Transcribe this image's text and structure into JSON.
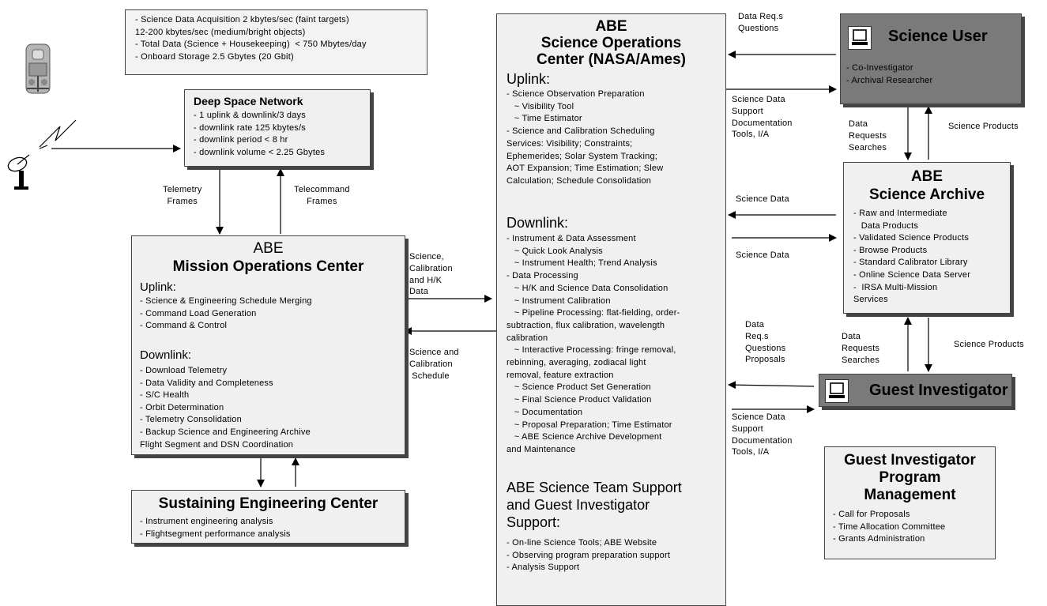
{
  "specs_box": {
    "lines": [
      "- Science Data Acquisition 2 kbytes/sec (faint targets)",
      "12-200 kbytes/sec (medium/bright objects)",
      "- Total Data (Science + Housekeeping)  < 750 Mbytes/day",
      "- Onboard Storage 2.5 Gbytes (20 Gbit)"
    ]
  },
  "dsn": {
    "title": "Deep Space Network",
    "items": [
      "- 1 uplink & downlink/3 days",
      "- downlink rate 125 kbytes/s",
      "- downlink period < 8 hr",
      "- downlink volume < 2.25 Gbytes"
    ]
  },
  "moc": {
    "title1": "ABE",
    "title2": "Mission Operations Center",
    "uplink_heading": "Uplink:",
    "uplink_items": [
      "- Science & Engineering Schedule Merging",
      "- Command Load Generation",
      "- Command & Control"
    ],
    "downlink_heading": "Downlink:",
    "downlink_items": [
      "- Download Telemetry",
      "- Data Validity and Completeness",
      "- S/C Health",
      "- Orbit Determination",
      "- Telemetry Consolidation",
      "- Backup Science and Engineering Archive",
      "Flight Segment and DSN Coordination"
    ]
  },
  "sec": {
    "title": "Sustaining Engineering Center",
    "items": [
      "- Instrument engineering analysis",
      "- Flightsegment performance analysis"
    ]
  },
  "soc": {
    "title1": "ABE",
    "title2": "Science Operations",
    "title3": "Center (NASA/Ames)",
    "uplink_heading": "Uplink:",
    "uplink_items": [
      "- Science Observation Preparation",
      "   ~ Visibility Tool",
      "   ~ Time Estimator",
      "- Science and Calibration Scheduling",
      "Services: Visibility; Constraints;",
      "Ephemerides; Solar System Tracking;",
      "AOT Expansion; Time Estimation; Slew",
      "Calculation; Schedule Consolidation"
    ],
    "downlink_heading": "Downlink:",
    "downlink_items": [
      "- Instrument & Data Assessment",
      "   ~ Quick Look Analysis",
      "   ~ Instrument Health; Trend Analysis",
      "- Data Processing",
      "   ~ H/K and Science Data Consolidation",
      "   ~ Instrument Calibration",
      "   ~ Pipeline Processing: flat-fielding, order-",
      "subtraction, flux calibration, wavelength",
      "calibration",
      "   ~ Interactive Processing: fringe removal,",
      "rebinning, averaging, zodiacal light",
      "removal, feature extraction",
      "   ~ Science Product Set Generation",
      "   ~ Final Science Product Validation",
      "   ~ Documentation",
      "   ~ Proposal Preparation; Time Estimator",
      "   ~ ABE Science Archive Development",
      "and Maintenance"
    ],
    "support_heading": "ABE Science Team Support\nand Guest Investigator\nSupport:",
    "support_items": [
      "- On-line Science Tools; ABE Website",
      "- Observing program preparation support",
      "- Analysis Support"
    ]
  },
  "science_user": {
    "title": "Science User",
    "items": [
      "- Co-Investigator",
      "- Archival Researcher"
    ]
  },
  "archive": {
    "title1": "ABE",
    "title2": "Science Archive",
    "items": [
      "- Raw and Intermediate",
      "   Data Products",
      "- Validated Science Products",
      "- Browse Products",
      "- Standard Calibrator Library",
      "- Online Science Data Server",
      "-  IRSA Multi-Mission",
      "Services"
    ]
  },
  "guest_investigator": {
    "title": "Guest Investigator"
  },
  "gipm": {
    "title": "Guest Investigator\nProgram\nManagement",
    "items": [
      "- Call for Proposals",
      "- Time Allocation Committee",
      "- Grants Administration"
    ]
  },
  "labels": {
    "telemetry_frames": "Telemetry\nFrames",
    "telecommand_frames": "Telecommand\nFrames",
    "science_cal_hk": "Science,\nCalibration\nand H/K\nData",
    "science_cal_schedule": "Science and\nCalibration\n Schedule",
    "data_reqs_questions": "Data Req.s\nQuestions",
    "science_data_support_1": "Science Data\nSupport\nDocumentation\nTools, I/A",
    "data_requests_searches_1": "Data\nRequests\nSearches",
    "science_products_1": "Science Products",
    "science_data_in": "Science Data",
    "science_data_out": "Science Data",
    "data_reqs_proposals": "Data\nReq.s\nQuestions\nProposals",
    "data_requests_searches_2": "Data\nRequests\nSearches",
    "science_products_2": "Science Products",
    "science_data_support_2": "Science Data\nSupport\nDocumentation\nTools, I/A"
  },
  "icons": [
    "spacecraft-icon",
    "ground-antenna-icon",
    "computer-icon"
  ]
}
